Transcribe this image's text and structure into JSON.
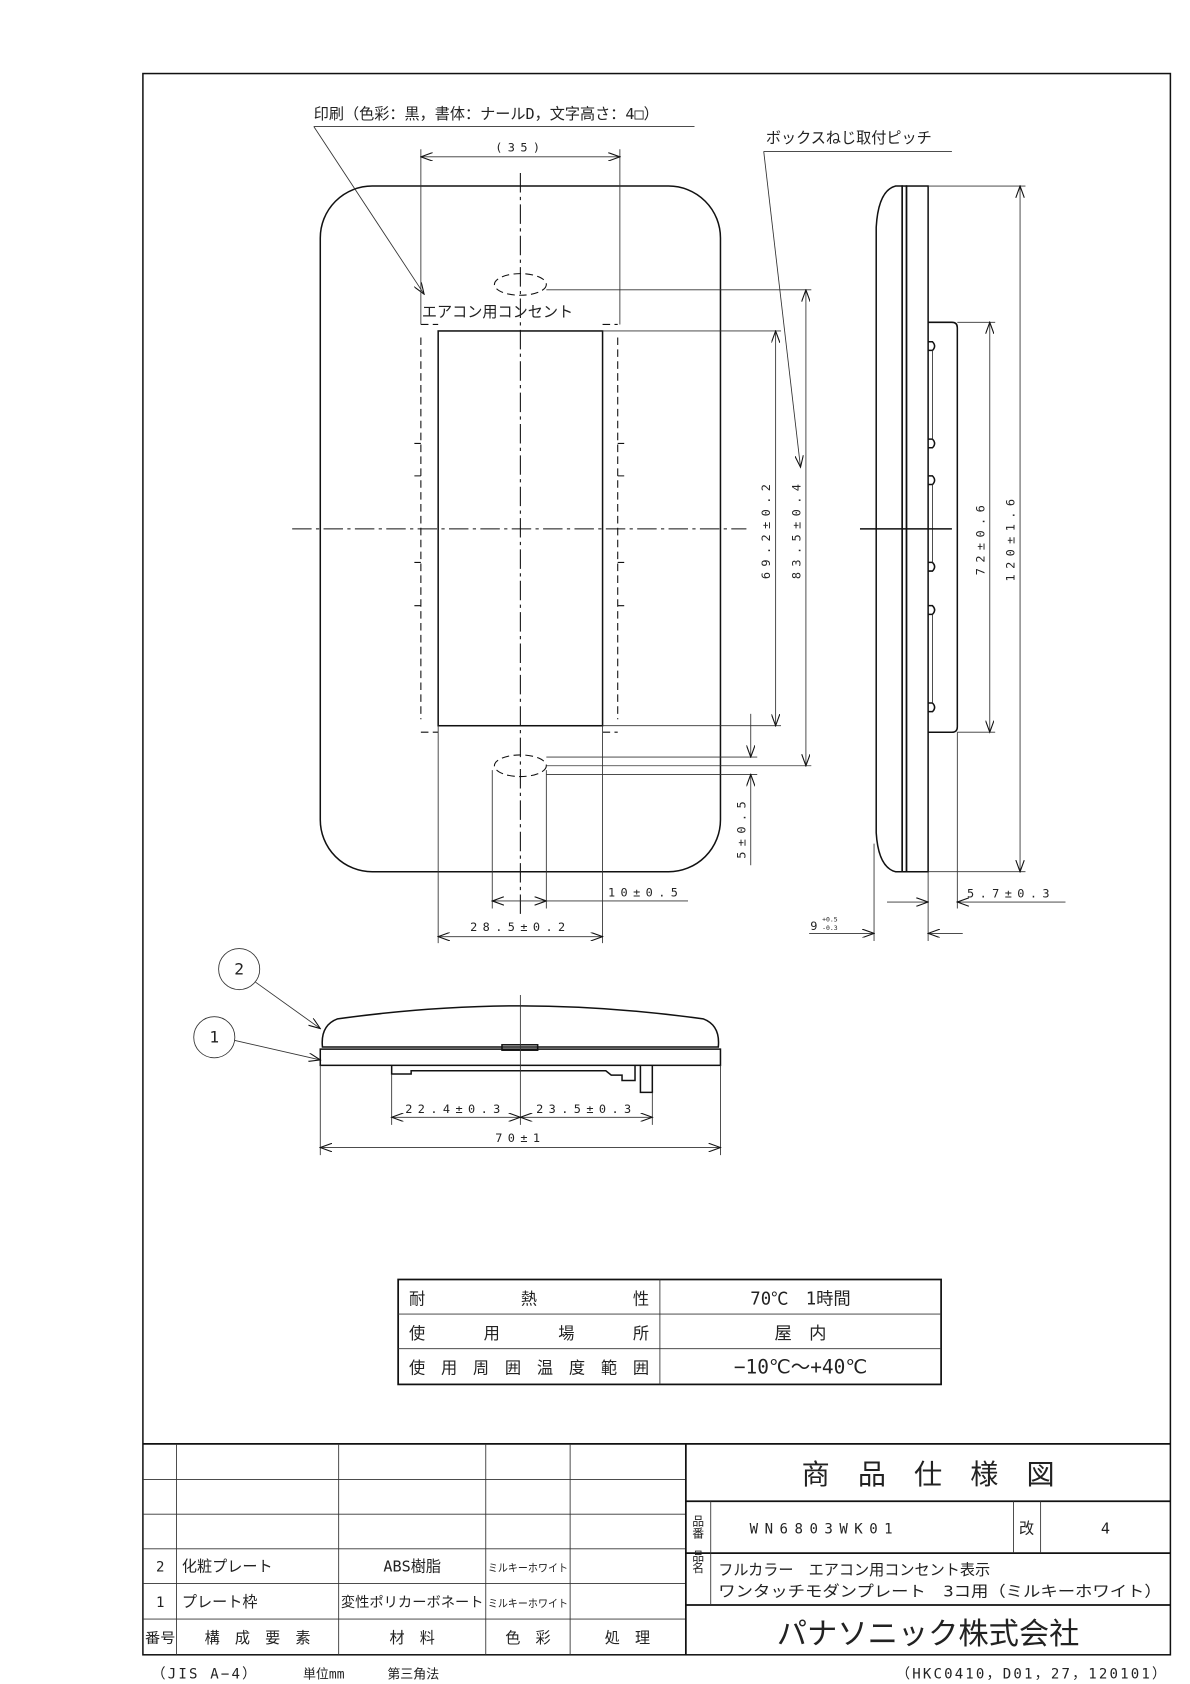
{
  "annotations": {
    "print_note": "印刷（色彩：黒，書体：ナールD，文字高さ：4□）",
    "box_screw_pitch": "ボックスねじ取付ピッチ",
    "printed_label": "エアコン用コンセント"
  },
  "dimensions": {
    "d35": "(35)",
    "d69": "69.2±0.2",
    "d83": "83.5±0.4",
    "d5": "5±0.5",
    "d10": "10±0.5",
    "d28": "28.5±0.2",
    "d72": "72±0.6",
    "d120": "120±1.6",
    "d57": "5.7±0.3",
    "d9": "9",
    "d9_plus": "+0.5",
    "d9_minus": "-0.3",
    "d22": "22.4±0.3",
    "d23": "23.5±0.3",
    "d70": "70±1"
  },
  "balloons": [
    "1",
    "2"
  ],
  "spec_table": [
    {
      "label": "耐　熱　性",
      "value": "70℃　1時間"
    },
    {
      "label": "使　用　場　所",
      "value": "屋　内"
    },
    {
      "label": "使用周囲温度範囲",
      "value": "−10℃〜+40℃"
    }
  ],
  "parts": [
    {
      "no": "2",
      "name": "化粧プレート",
      "material": "ABS樹脂",
      "color": "ミルキーホワイト",
      "treatment": ""
    },
    {
      "no": "1",
      "name": "プレート枠",
      "material": "変性ポリカーボネート",
      "color": "ミルキーホワイト",
      "treatment": ""
    }
  ],
  "parts_header": {
    "no": "番号",
    "name": "構　成　要　素",
    "material": "材　料",
    "color": "色　彩",
    "treatment": "処　理"
  },
  "title_block": {
    "title": "商　品　仕　様　図",
    "part_no_label": "品番",
    "part_no": "WN6803WK01",
    "rev_label": "改",
    "rev": "4",
    "name_label": "品名",
    "name_line1": "フルカラー　エアコン用コンセント表示",
    "name_line2": "ワンタッチモダンプレート　3コ用（ミルキーホワイト）",
    "company": "パナソニック株式会社"
  },
  "footer": {
    "paper": "（JIS A−4）",
    "unit": "単位mm",
    "projection": "第三角法",
    "doc_code": "（HKC0410，D01，27，120101）"
  }
}
